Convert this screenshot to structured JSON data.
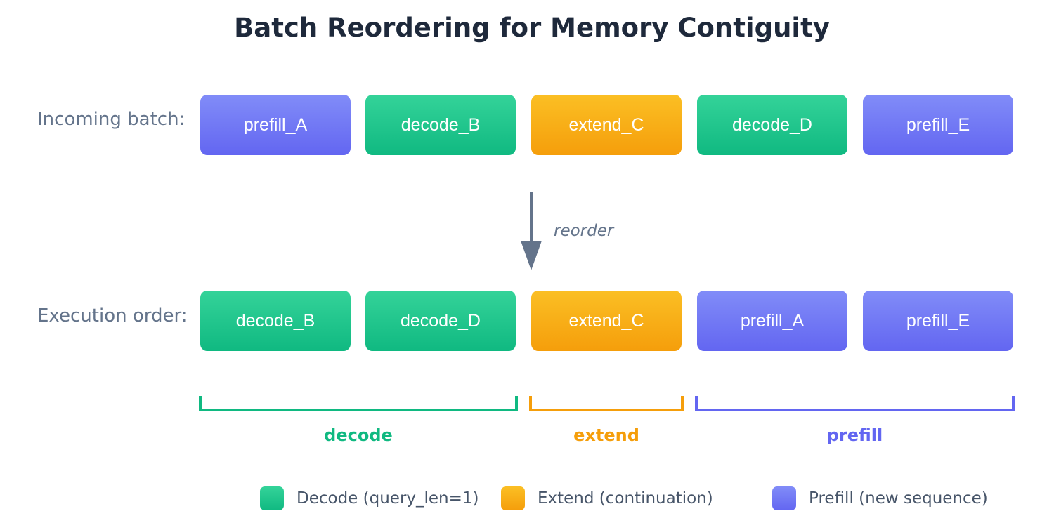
{
  "title": "Batch Reordering for Memory Contiguity",
  "incoming": {
    "label": "Incoming batch:",
    "blocks": [
      {
        "text": "prefill_A",
        "kind": "prefill"
      },
      {
        "text": "decode_B",
        "kind": "decode"
      },
      {
        "text": "extend_C",
        "kind": "extend"
      },
      {
        "text": "decode_D",
        "kind": "decode"
      },
      {
        "text": "prefill_E",
        "kind": "prefill"
      }
    ]
  },
  "arrow": {
    "label": "reorder"
  },
  "execution": {
    "label": "Execution order:",
    "blocks": [
      {
        "text": "decode_B",
        "kind": "decode"
      },
      {
        "text": "decode_D",
        "kind": "decode"
      },
      {
        "text": "extend_C",
        "kind": "extend"
      },
      {
        "text": "prefill_A",
        "kind": "prefill"
      },
      {
        "text": "prefill_E",
        "kind": "prefill"
      }
    ]
  },
  "groups": [
    {
      "label": "decode",
      "kind": "decode"
    },
    {
      "label": "extend",
      "kind": "extend"
    },
    {
      "label": "prefill",
      "kind": "prefill"
    }
  ],
  "legend": [
    {
      "label": "Decode (query_len=1)",
      "kind": "decode"
    },
    {
      "label": "Extend (continuation)",
      "kind": "extend"
    },
    {
      "label": "Prefill (new sequence)",
      "kind": "prefill"
    }
  ],
  "colors": {
    "decode": "#10b981",
    "extend": "#f59e0b",
    "prefill": "#6366f1",
    "arrow": "#64748b"
  }
}
